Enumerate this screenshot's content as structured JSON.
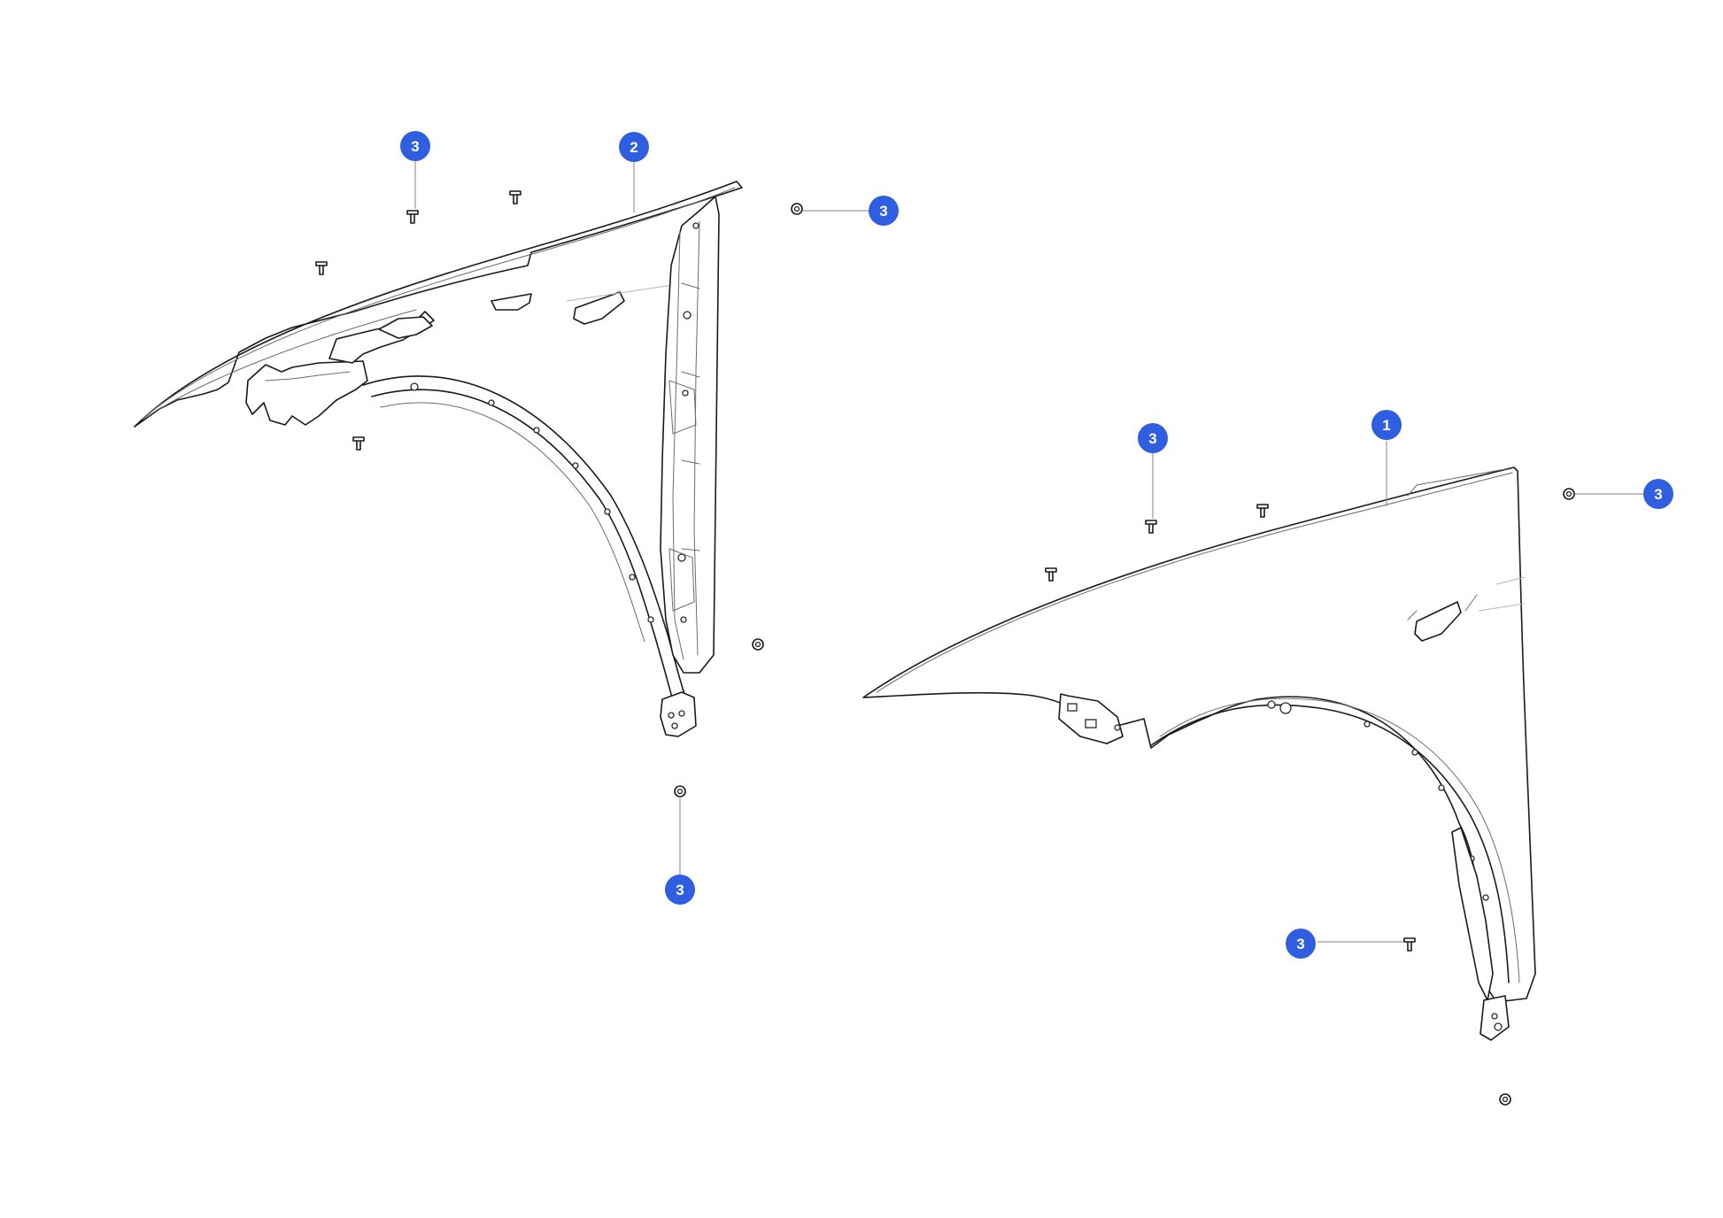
{
  "colors": {
    "callout": "#2f5fe0",
    "line": "#1a1a1a",
    "leader": "#9a9a9a",
    "background": "#ffffff"
  },
  "parts": [
    {
      "id": "left-fender-inner-view",
      "name": "fender"
    },
    {
      "id": "right-fender-outer-view",
      "name": "fender"
    }
  ],
  "callouts": [
    {
      "label": "3"
    },
    {
      "label": "2"
    },
    {
      "label": "3"
    },
    {
      "label": "3"
    },
    {
      "label": "3"
    },
    {
      "label": "1"
    },
    {
      "label": "3"
    },
    {
      "label": "3"
    }
  ],
  "fasteners": [
    {
      "icon": "screw-icon"
    },
    {
      "icon": "screw-icon"
    },
    {
      "icon": "screw-icon"
    },
    {
      "icon": "screw-icon"
    },
    {
      "icon": "nut-icon"
    },
    {
      "icon": "nut-icon"
    },
    {
      "icon": "nut-icon"
    },
    {
      "icon": "screw-icon"
    },
    {
      "icon": "screw-icon"
    },
    {
      "icon": "screw-icon"
    },
    {
      "icon": "nut-icon"
    },
    {
      "icon": "screw-icon"
    },
    {
      "icon": "nut-icon"
    }
  ]
}
